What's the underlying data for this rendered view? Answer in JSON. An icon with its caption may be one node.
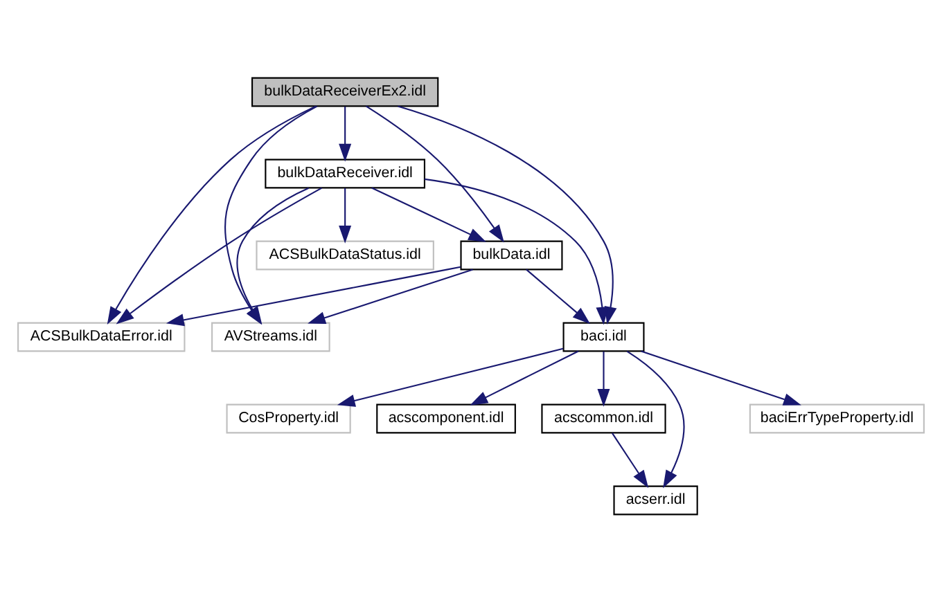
{
  "diagram": {
    "nodes": [
      {
        "text": [
          "bulkDataReceiverEx2.idl"
        ]
      },
      {
        "text": [
          "bulkDataReceiver.idl"
        ]
      },
      {
        "text": [
          "ACSBulkDataStatus.idl"
        ]
      },
      {
        "text": [
          "bulkData.idl"
        ]
      },
      {
        "text": [
          "ACSBulkDataError.idl"
        ]
      },
      {
        "text": [
          "baci.idl"
        ]
      },
      {
        "text": [
          "AVStreams.idl"
        ]
      },
      {
        "text": [
          "CosProperty.idl"
        ]
      },
      {
        "text": [
          "acscomponent.idl"
        ]
      },
      {
        "text": [
          "acscommon.idl"
        ]
      },
      {
        "text": [
          "baciErrTypeProperty.idl"
        ]
      },
      {
        "text": [
          "acserr.idl"
        ]
      }
    ],
    "edges": [
      {
        "from": 0,
        "to": 1,
        "arrow": "to"
      },
      {
        "from": 0,
        "to": 4,
        "arrow": "to"
      },
      {
        "from": 0,
        "to": 3,
        "arrow": "to"
      },
      {
        "from": 0,
        "to": 5,
        "arrow": "to"
      },
      {
        "from": 0,
        "to": 6,
        "arrow": "to"
      },
      {
        "from": 1,
        "to": 2,
        "arrow": "to"
      },
      {
        "from": 1,
        "to": 3,
        "arrow": "to"
      },
      {
        "from": 1,
        "to": 4,
        "arrow": "to"
      },
      {
        "from": 1,
        "to": 5,
        "arrow": "to"
      },
      {
        "from": 1,
        "to": 6,
        "arrow": "to"
      },
      {
        "from": 3,
        "to": 4,
        "arrow": "to"
      },
      {
        "from": 3,
        "to": 5,
        "arrow": "to"
      },
      {
        "from": 3,
        "to": 6,
        "arrow": "to"
      },
      {
        "from": 5,
        "to": 7,
        "arrow": "to"
      },
      {
        "from": 5,
        "to": 8,
        "arrow": "to"
      },
      {
        "from": 5,
        "to": 9,
        "arrow": "to"
      },
      {
        "from": 5,
        "to": 10,
        "arrow": "to"
      },
      {
        "from": 5,
        "to": 11,
        "arrow": "to"
      },
      {
        "from": 9,
        "to": 11,
        "arrow": "to"
      }
    ]
  }
}
